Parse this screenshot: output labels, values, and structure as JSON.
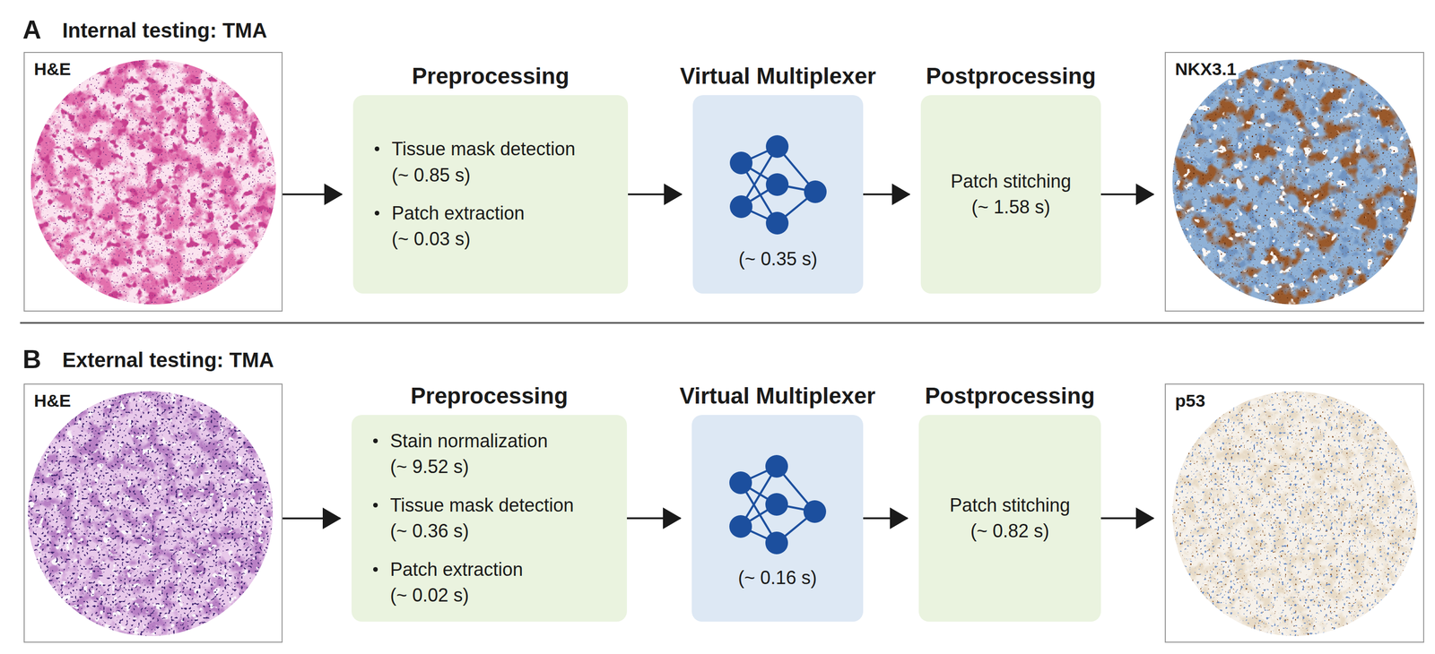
{
  "diagram": {
    "nodes": [
      {
        "text": [
          "H&E"
        ]
      },
      {
        "text": [
          "Preprocessing",
          "Tissue mask detection (~ 0.85 s)",
          "Patch extraction (~ 0.03 s)"
        ]
      },
      {
        "text": [
          "Virtual Multiplexer",
          "(~ 0.35 s)"
        ]
      },
      {
        "text": [
          "Postprocessing",
          "Patch stitching (~ 1.58 s)"
        ]
      },
      {
        "text": [
          "NKX3.1"
        ]
      },
      {
        "text": [
          "H&E"
        ]
      },
      {
        "text": [
          "Preprocessing",
          "Stain normalization (~ 9.52 s)",
          "Tissue mask detection (~ 0.36 s)",
          "Patch extraction (~ 0.02 s)"
        ]
      },
      {
        "text": [
          "Virtual Multiplexer",
          "(~ 0.16 s)"
        ]
      },
      {
        "text": [
          "Postprocessing",
          "Patch stitching (~ 0.82 s)"
        ]
      },
      {
        "text": [
          "p53"
        ]
      }
    ],
    "edges": [
      {
        "from": 0,
        "to": 1,
        "arrow": "to"
      },
      {
        "from": 1,
        "to": 2,
        "arrow": "to"
      },
      {
        "from": 2,
        "to": 3,
        "arrow": "to"
      },
      {
        "from": 3,
        "to": 4,
        "arrow": "to"
      },
      {
        "from": 5,
        "to": 6,
        "arrow": "to"
      },
      {
        "from": 6,
        "to": 7,
        "arrow": "to"
      },
      {
        "from": 7,
        "to": 8,
        "arrow": "to"
      },
      {
        "from": 8,
        "to": 9,
        "arrow": "to"
      }
    ],
    "labels": [
      "A",
      "Internal testing: TMA",
      "B",
      "External testing: TMA"
    ]
  }
}
